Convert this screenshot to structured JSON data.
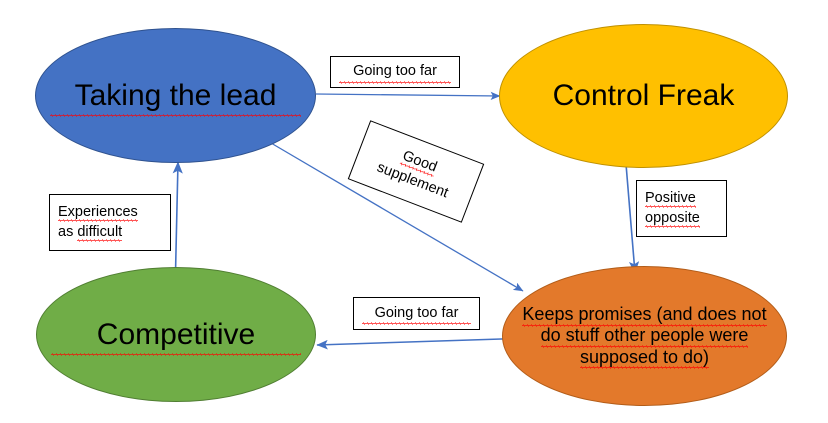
{
  "diagram": {
    "type": "flow-cycle",
    "background_color": "#FFFFFF",
    "arrow_color": "#4472C4",
    "nodes": [
      {
        "id": "taking-the-lead",
        "label": "Taking the lead",
        "shape": "ellipse",
        "fill": "#4472C4",
        "stroke": "#2F528F",
        "text_color": "#000000",
        "spellcheck_underline": true
      },
      {
        "id": "control-freak",
        "label": "Control Freak",
        "shape": "ellipse",
        "fill": "#FFC000",
        "stroke": "#BF9000",
        "text_color": "#000000",
        "spellcheck_underline": false
      },
      {
        "id": "competitive",
        "label": "Competitive",
        "shape": "ellipse",
        "fill": "#70AD47",
        "stroke": "#507E32",
        "text_color": "#000000",
        "spellcheck_underline": true
      },
      {
        "id": "keeps-promises",
        "label_line1": "Keeps promises (and does not",
        "label_line2": "do stuff other people were",
        "label_line3": "supposed to do)",
        "shape": "ellipse",
        "fill": "#E3792B",
        "stroke": "#B25C18",
        "text_color": "#000000",
        "spellcheck_underline": true
      }
    ],
    "edges": [
      {
        "id": "lead-to-control",
        "from": "taking-the-lead",
        "to": "control-freak",
        "label": "Going too far",
        "direction": "right"
      },
      {
        "id": "lead-to-promises",
        "from": "taking-the-lead",
        "to": "keeps-promises",
        "label_line1": "Good",
        "label_line2": "supplement",
        "direction": "diagonal-down-right",
        "label_rotated": true
      },
      {
        "id": "control-to-promises",
        "from": "control-freak",
        "to": "keeps-promises",
        "label_line1": "Positive",
        "label_line2": "opposite",
        "direction": "down"
      },
      {
        "id": "promises-to-competitive",
        "from": "keeps-promises",
        "to": "competitive",
        "label": "Going too far",
        "direction": "left"
      },
      {
        "id": "competitive-to-lead",
        "from": "competitive",
        "to": "taking-the-lead",
        "label_line1": "Experiences",
        "label_line2": "as difficult",
        "direction": "up"
      }
    ]
  }
}
